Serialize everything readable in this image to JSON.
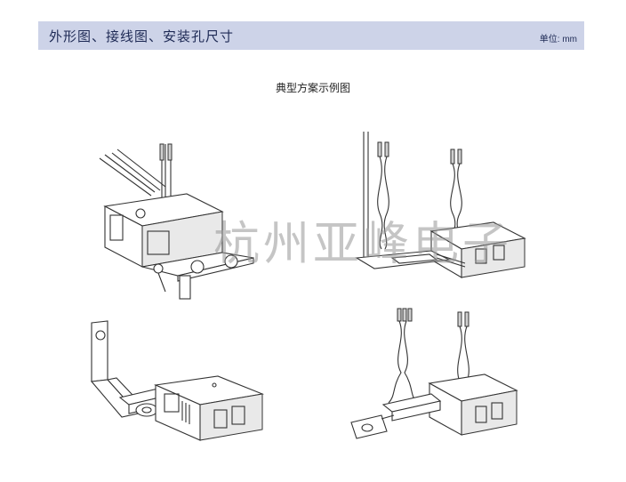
{
  "header": {
    "title": "外形图、接线图、安装孔尺寸",
    "unit": "单位: mm",
    "background": "#cdd3e8"
  },
  "subtitle": "典型方案示例图",
  "watermark": "杭州亚峰电子"
}
